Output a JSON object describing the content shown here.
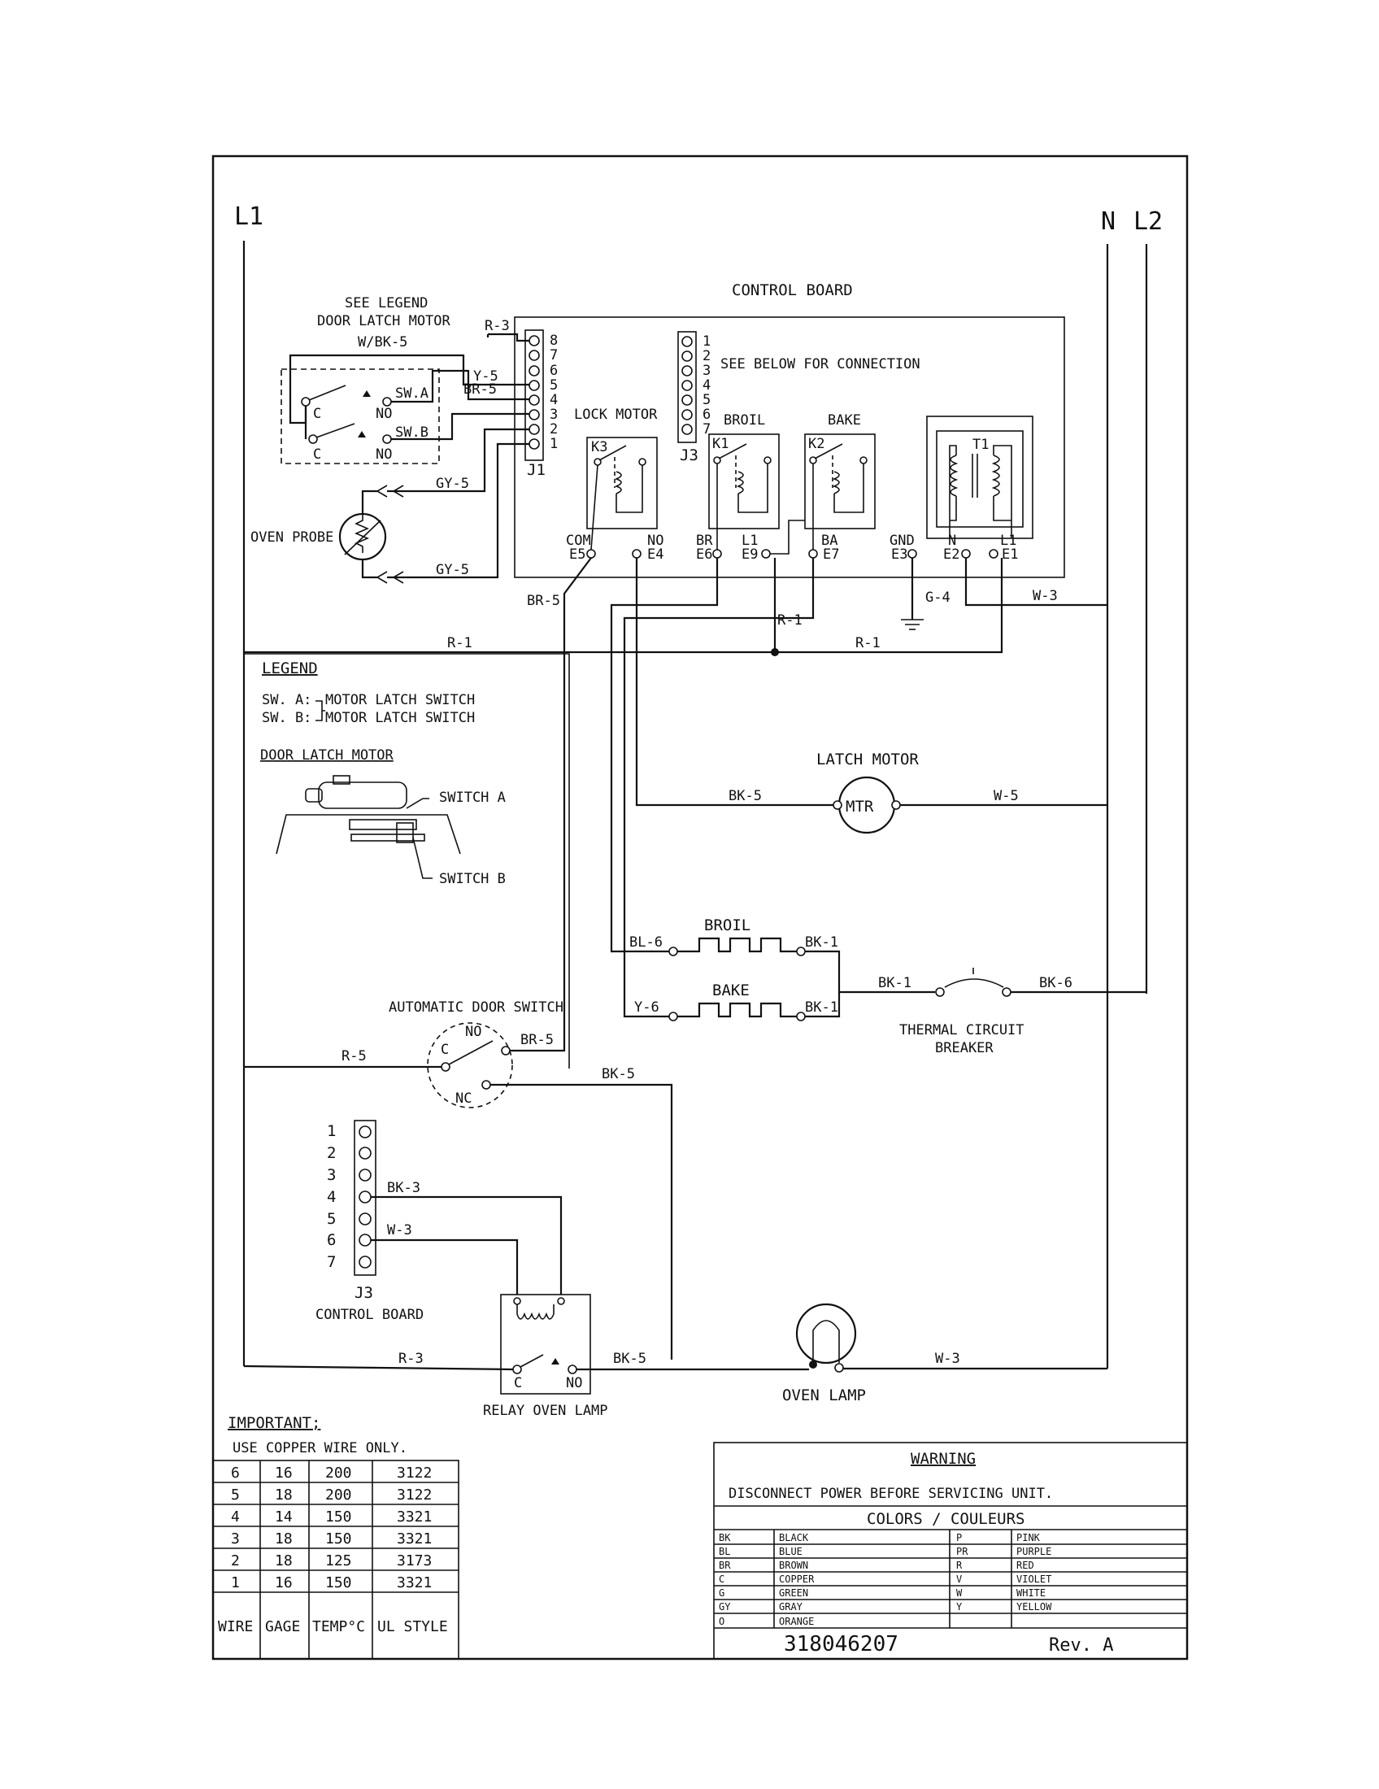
{
  "lines": {
    "l1": "L1",
    "n": "N",
    "l2": "L2"
  },
  "control_board": {
    "title": "CONTROL BOARD",
    "see_below": "SEE BELOW FOR CONNECTION"
  },
  "door_latch": {
    "line1": "SEE LEGEND",
    "line2": "DOOR LATCH MOTOR",
    "wire": "W/BK-5",
    "sw_a": "SW.A",
    "sw_b": "SW.B",
    "c": "C",
    "no": "NO"
  },
  "j1": {
    "label": "J1",
    "pins": [
      "8",
      "7",
      "6",
      "5",
      "4",
      "3",
      "2",
      "1"
    ]
  },
  "j3_top": {
    "label": "J3",
    "pins": [
      "1",
      "2",
      "3",
      "4",
      "5",
      "6",
      "7"
    ]
  },
  "relays": {
    "lock": {
      "title": "LOCK MOTOR",
      "id": "K3",
      "t1": "COM",
      "t1e": "E5",
      "t2": "NO",
      "t2e": "E4"
    },
    "broil": {
      "title": "BROIL",
      "id": "K1",
      "t1": "BR",
      "t1e": "E6",
      "t2": "L1",
      "t2e": "E9"
    },
    "bake": {
      "title": "BAKE",
      "id": "K2",
      "t1": "BA",
      "t1e": "E7"
    },
    "gnd": {
      "t": "GND",
      "e": "E3"
    },
    "transformer": {
      "id": "T1",
      "t1": "N",
      "t1e": "E2",
      "t2": "L1",
      "t2e": "E1"
    }
  },
  "wires": {
    "r3": "R-3",
    "y5": "Y-5",
    "br5": "BR-5",
    "gy5": "GY-5",
    "r1": "R-1",
    "g4": "G-4",
    "w3": "W-3",
    "bk5": "BK-5",
    "w5": "W-5",
    "bl6": "BL-6",
    "bk1": "BK-1",
    "y6": "Y-6",
    "bk6": "BK-6",
    "r5": "R-5",
    "bk3": "BK-3"
  },
  "oven_probe": "OVEN PROBE",
  "legend": {
    "title": "LEGEND",
    "sw_a": "SW. A:",
    "sw_b": "SW. B:",
    "motor_latch": "MOTOR LATCH SWITCH",
    "door_latch_motor": "DOOR LATCH MOTOR",
    "switch_a": "SWITCH A",
    "switch_b": "SWITCH B"
  },
  "latch_motor": {
    "title": "LATCH MOTOR",
    "mtr": "MTR"
  },
  "elements": {
    "broil": "BROIL",
    "bake": "BAKE"
  },
  "thermal": {
    "line1": "THERMAL CIRCUIT",
    "line2": "BREAKER"
  },
  "door_switch": {
    "title": "AUTOMATIC DOOR SWITCH",
    "c": "C",
    "no": "NO",
    "nc": "NC"
  },
  "j3_bottom": {
    "pins": [
      "1",
      "2",
      "3",
      "4",
      "5",
      "6",
      "7"
    ],
    "label": "J3",
    "sub": "CONTROL BOARD"
  },
  "relay_lamp": {
    "title": "RELAY OVEN LAMP",
    "c": "C",
    "no": "NO"
  },
  "oven_lamp": "OVEN LAMP",
  "important": {
    "title": "IMPORTANT;",
    "note": "USE COPPER WIRE ONLY.",
    "rows": [
      [
        "6",
        "16",
        "200",
        "3122"
      ],
      [
        "5",
        "18",
        "200",
        "3122"
      ],
      [
        "4",
        "14",
        "150",
        "3321"
      ],
      [
        "3",
        "18",
        "150",
        "3321"
      ],
      [
        "2",
        "18",
        "125",
        "3173"
      ],
      [
        "1",
        "16",
        "150",
        "3321"
      ]
    ],
    "headers": [
      "WIRE",
      "GAGE",
      "TEMP°C",
      "UL STYLE"
    ]
  },
  "warning": {
    "title": "WARNING",
    "text": "DISCONNECT POWER BEFORE SERVICING UNIT.",
    "colors_title": "COLORS / COULEURS",
    "colors": [
      [
        "BK",
        "BLACK",
        "P",
        "PINK"
      ],
      [
        "BL",
        "BLUE",
        "PR",
        "PURPLE"
      ],
      [
        "BR",
        "BROWN",
        "R",
        "RED"
      ],
      [
        "C",
        "COPPER",
        "V",
        "VIOLET"
      ],
      [
        "G",
        "GREEN",
        "W",
        "WHITE"
      ],
      [
        "GY",
        "GRAY",
        "Y",
        "YELLOW"
      ],
      [
        "O",
        "ORANGE",
        "",
        ""
      ]
    ],
    "part_number": "318046207",
    "rev": "Rev. A"
  }
}
